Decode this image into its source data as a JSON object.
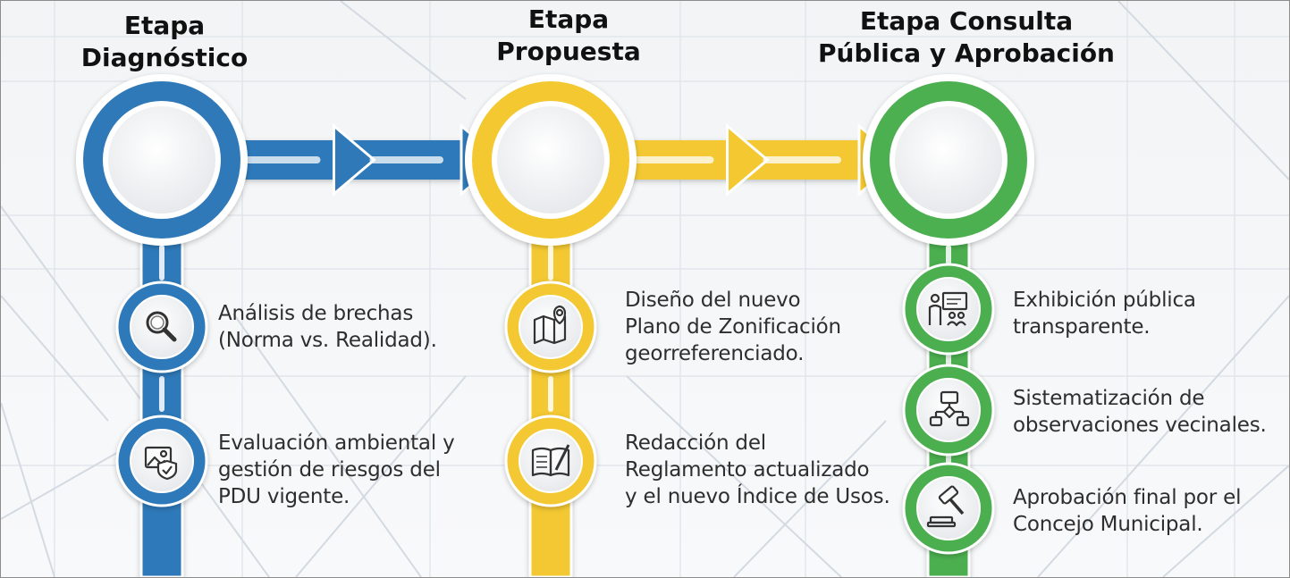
{
  "stages": [
    {
      "title": "Etapa\nDiagnóstico",
      "color": "#2f79b9",
      "steps": [
        {
          "icon": "magnifier-icon",
          "text": "Análisis de brechas\n(Norma vs. Realidad)."
        },
        {
          "icon": "image-shield-icon",
          "text": "Evaluación ambiental y\ngestión de riesgos del\nPDU vigente."
        }
      ]
    },
    {
      "title": "Etapa\nPropuesta",
      "color": "#f3c830",
      "steps": [
        {
          "icon": "map-pin-icon",
          "text": "Diseño del nuevo\nPlano de Zonificación\ngeorreferenciado."
        },
        {
          "icon": "book-pen-icon",
          "text": "Redacción del\nReglamento actualizado\ny el nuevo Índice de Usos."
        }
      ]
    },
    {
      "title": "Etapa Consulta\nPública y Aprobación",
      "color": "#4caf50",
      "steps": [
        {
          "icon": "presentation-icon",
          "text": "Exhibición pública\ntransparente."
        },
        {
          "icon": "flowchart-icon",
          "text": "Sistematización de\nobservaciones vecinales."
        },
        {
          "icon": "gavel-icon",
          "text": "Aprobación final por el\nConcejo Municipal."
        }
      ]
    }
  ]
}
